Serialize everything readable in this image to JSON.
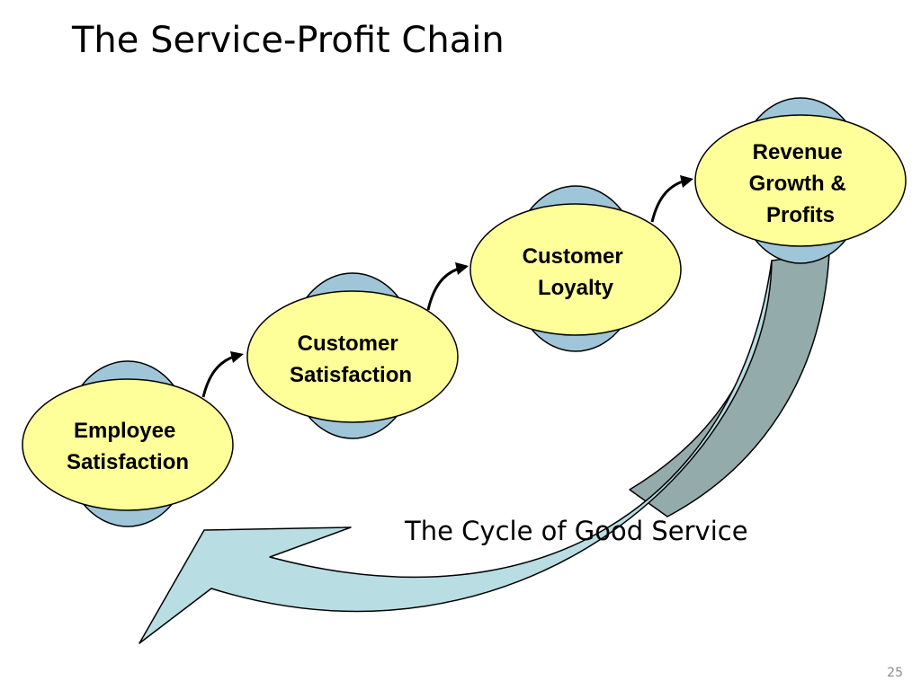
{
  "slide": {
    "title": "The Service-Profit Chain",
    "caption": "The Cycle of Good Service",
    "page_number": "25"
  },
  "nodes": [
    {
      "id": "employee-satisfaction",
      "lines": [
        "Employee",
        "Satisfaction"
      ]
    },
    {
      "id": "customer-satisfaction",
      "lines": [
        "Customer",
        "Satisfaction"
      ]
    },
    {
      "id": "customer-loyalty",
      "lines": [
        "Customer",
        "Loyalty"
      ]
    },
    {
      "id": "revenue-growth-profits",
      "lines": [
        "Revenue",
        "Growth &",
        "Profits"
      ]
    }
  ],
  "colors": {
    "node_fill": "#ffff99",
    "node_shadow_fill": "#9fc6d8",
    "cycle_arrow_light": "#b8dde2",
    "cycle_arrow_dark": "#94abab",
    "outline": "#000000",
    "page_number": "#8c8c8c"
  }
}
